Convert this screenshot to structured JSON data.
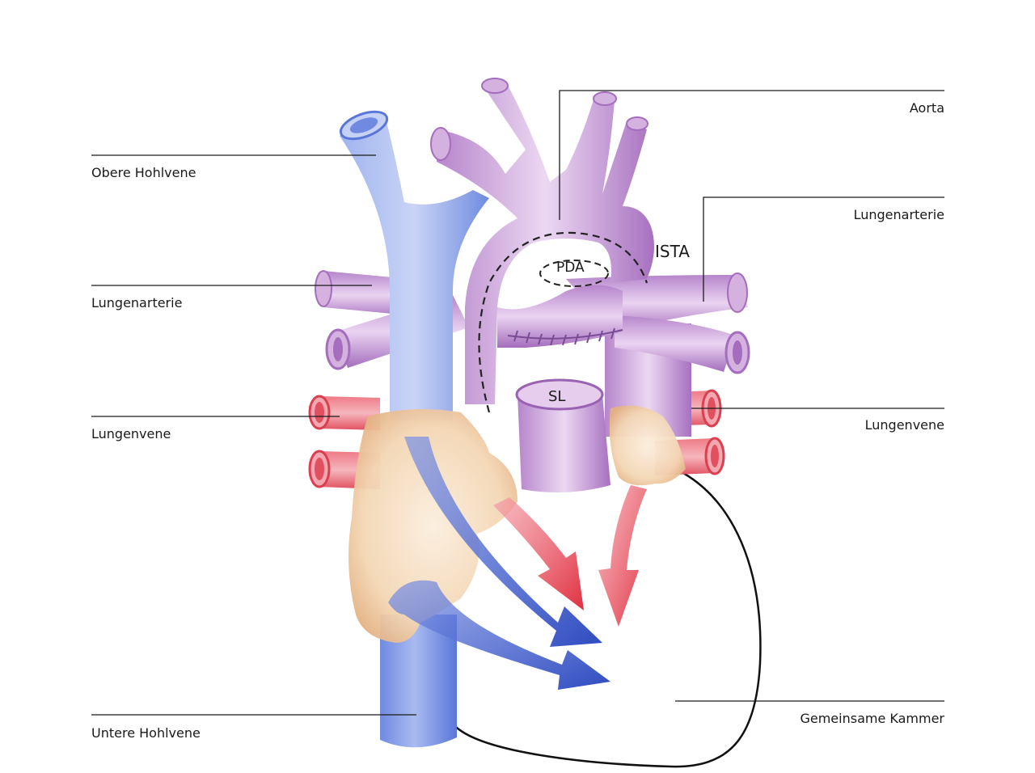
{
  "labels": {
    "obere_hohlvene": "Obere Hohlvene",
    "lungenarterie_left": "Lungenarterie",
    "lungenvene_left": "Lungenvene",
    "untere_hohlvene": "Untere Hohlvene",
    "aorta": "Aorta",
    "lungenarterie_right": "Lungenarterie",
    "lungenvene_right": "Lungenvene",
    "gemeinsame_kammer": "Gemeinsame Kammer",
    "ista": "ISTA",
    "pda": "PDA",
    "sl": "SL"
  },
  "colors": {
    "vein_blue": "#7f9ae3",
    "vein_blue_dark": "#4a63c9",
    "aorta_purple": "#c79ad6",
    "aorta_purple_dark": "#9a62b3",
    "pulmonary_vein_red": "#e8606e",
    "atrium_tan": "#f0cfa8",
    "flow_blue": "#3a55c4",
    "flow_red": "#e2404f",
    "leader_line": "#1a1a1a"
  }
}
